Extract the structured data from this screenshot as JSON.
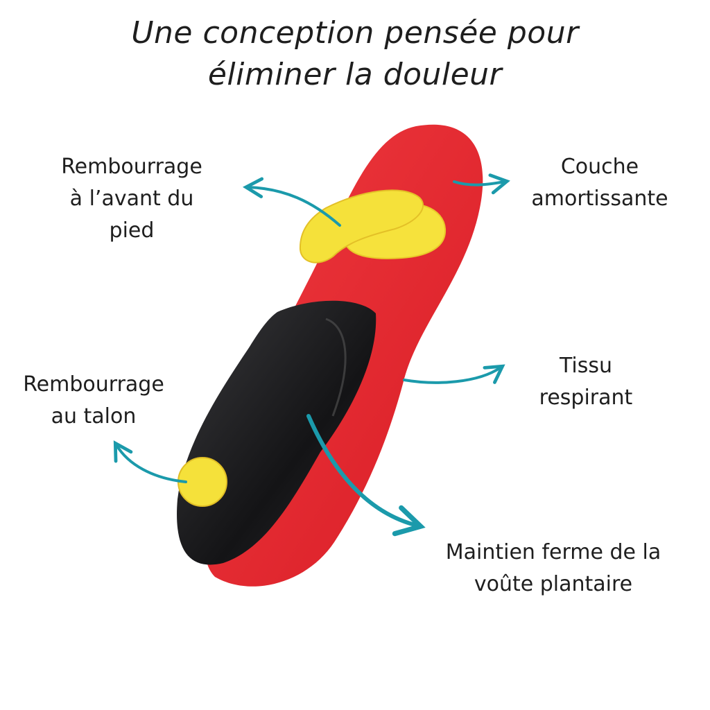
{
  "title": {
    "line1": "Une conception pensée pour",
    "line2": "éliminer la douleur"
  },
  "labels": {
    "forefoot": [
      "Rembourrage",
      "à l’avant du",
      "pied"
    ],
    "cushion": [
      "Couche",
      "amortissante"
    ],
    "fabric": [
      "Tissu",
      "respirant"
    ],
    "heel": [
      "Rembourrage",
      "au talon"
    ],
    "arch": [
      "Maintien ferme de la",
      "voûte plantaire"
    ]
  },
  "colors": {
    "arrow": "#1b9aab",
    "sole": "#e8222c",
    "pad": "#f5e13a",
    "cup": "#1c1c1e"
  }
}
